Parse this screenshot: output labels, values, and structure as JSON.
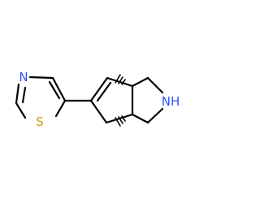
{
  "colors": {
    "background": "#ffffff",
    "bond": "#000000",
    "nitrogen": "#3050f8",
    "sulfur": "#c8a000"
  },
  "molecule": {
    "atoms": {
      "thiazole_n": "N",
      "thiazole_s": "S",
      "amine": "NH"
    }
  }
}
